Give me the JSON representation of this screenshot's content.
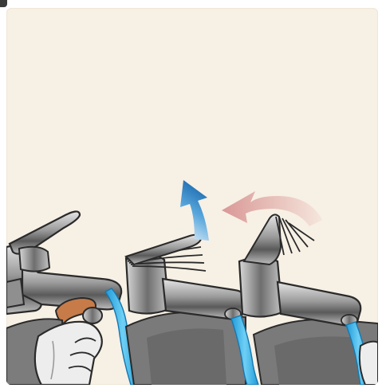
{
  "illustration": {
    "subject": "single-lever-faucet-operation",
    "steps": [
      {
        "name": "step-1-clean-aerator",
        "action": "unscrew-aerator"
      },
      {
        "name": "step-2-lever-up",
        "arrow": "up"
      },
      {
        "name": "step-3-lever-left",
        "arrow": "left"
      }
    ]
  },
  "colors": {
    "background": "#f7f0e5",
    "chrome_light": "#c9c9c9",
    "chrome_dark": "#4a4a4a",
    "water": "#3fb4ea",
    "arrow_up": "#2e86c8",
    "arrow_left": "#d9a5a3",
    "aerator_ring": "#c97a4a",
    "hand": "#eeeeee"
  }
}
